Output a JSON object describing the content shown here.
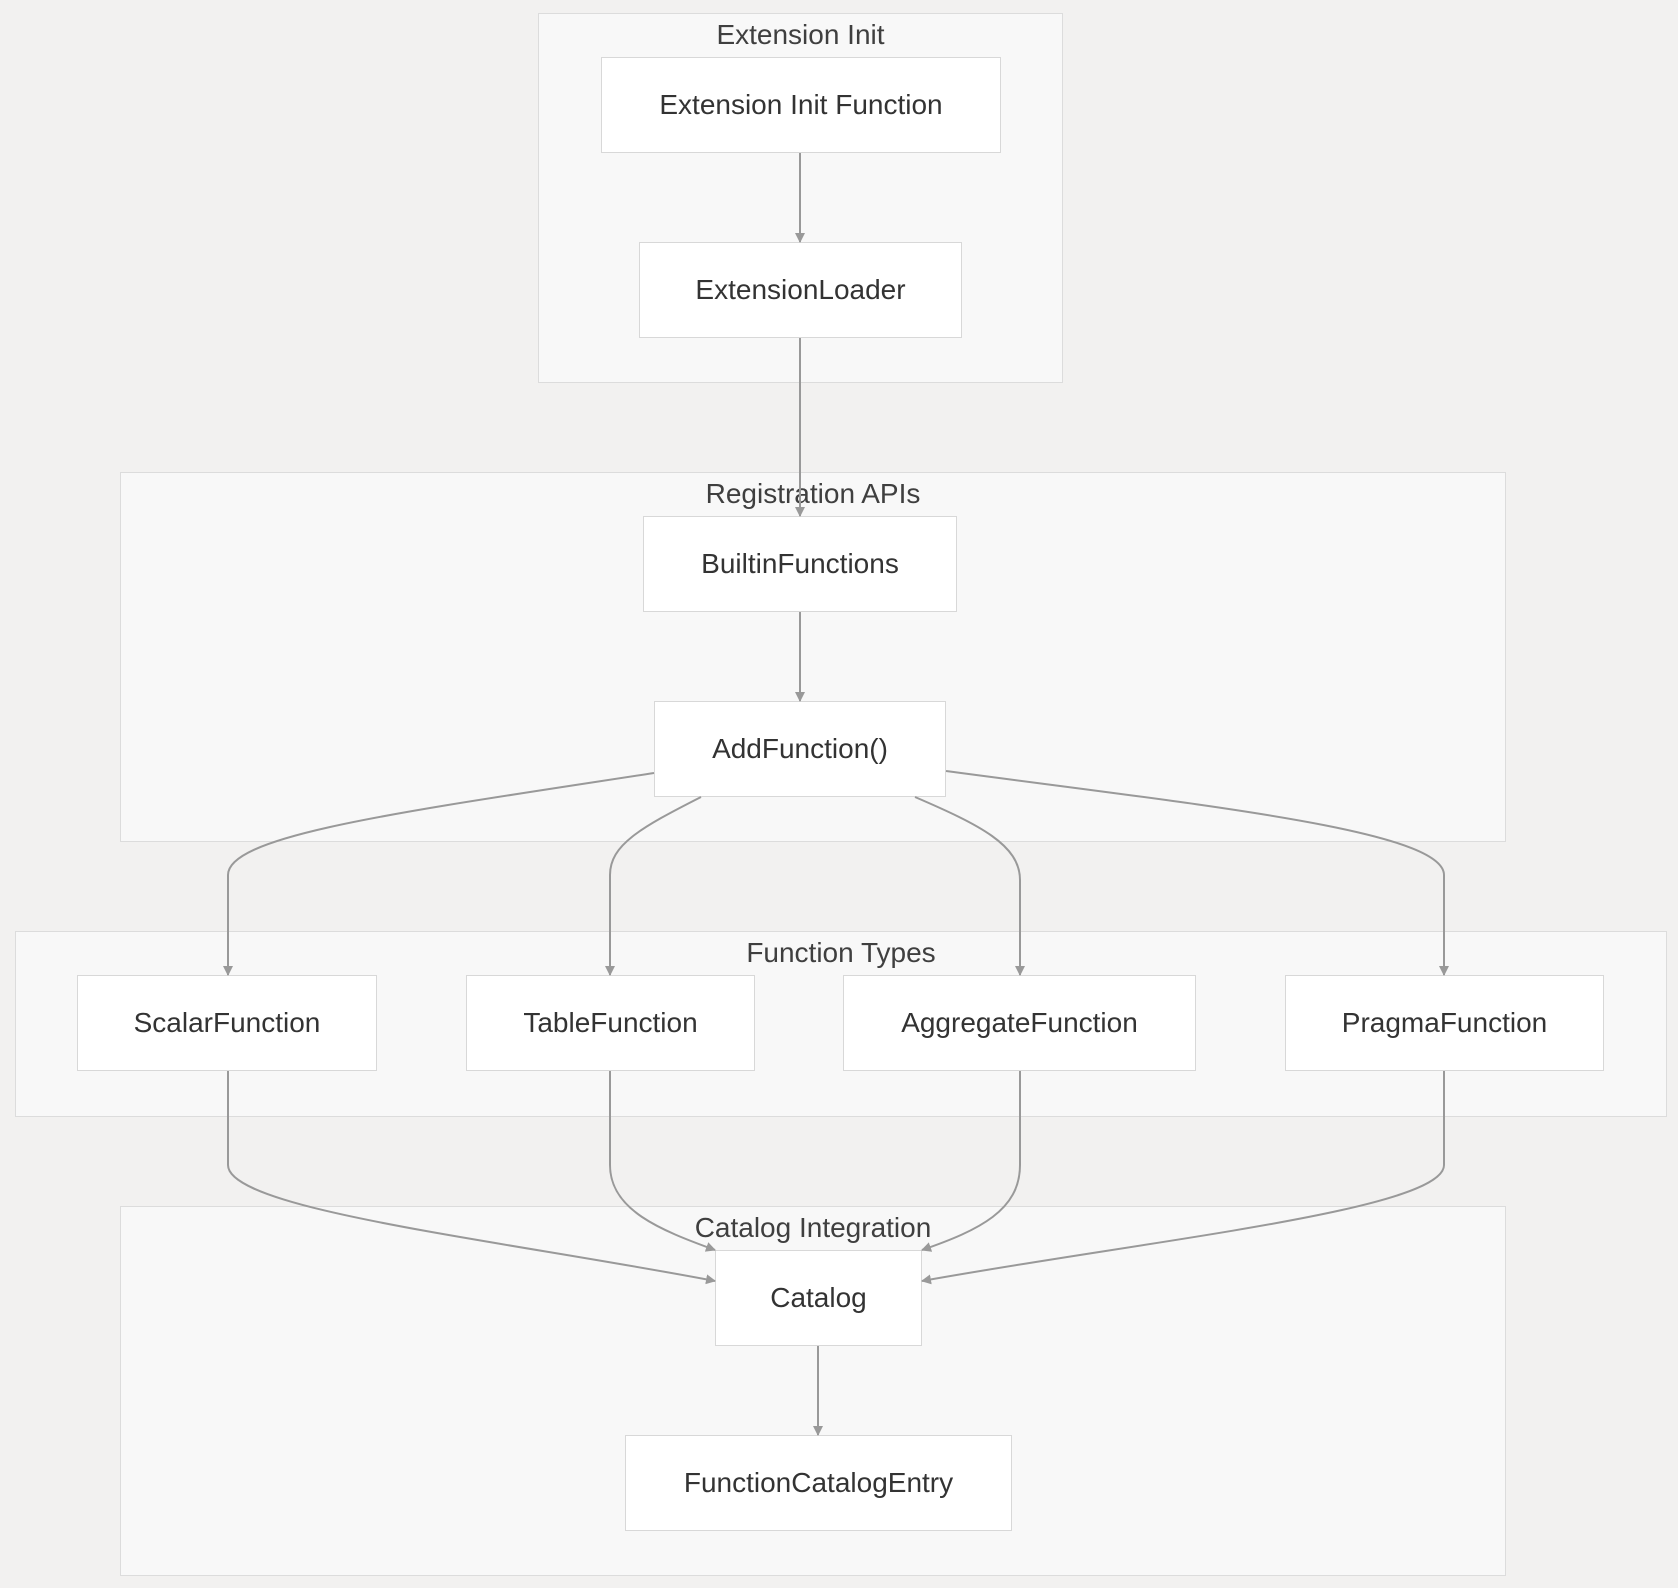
{
  "diagram": {
    "clusters": {
      "extension_init": "Extension Init",
      "registration_apis": "Registration APIs",
      "function_types": "Function Types",
      "catalog_integration": "Catalog Integration"
    },
    "nodes": {
      "extension_init_function": "Extension Init Function",
      "extension_loader": "ExtensionLoader",
      "builtin_functions": "BuiltinFunctions",
      "add_function": "AddFunction()",
      "scalar_function": "ScalarFunction",
      "table_function": "TableFunction",
      "aggregate_function": "AggregateFunction",
      "pragma_function": "PragmaFunction",
      "catalog": "Catalog",
      "function_catalog_entry": "FunctionCatalogEntry"
    },
    "edges": [
      {
        "from": "extension_init_function",
        "to": "extension_loader"
      },
      {
        "from": "extension_loader",
        "to": "builtin_functions"
      },
      {
        "from": "builtin_functions",
        "to": "add_function"
      },
      {
        "from": "add_function",
        "to": "scalar_function"
      },
      {
        "from": "add_function",
        "to": "table_function"
      },
      {
        "from": "add_function",
        "to": "aggregate_function"
      },
      {
        "from": "add_function",
        "to": "pragma_function"
      },
      {
        "from": "scalar_function",
        "to": "catalog"
      },
      {
        "from": "table_function",
        "to": "catalog"
      },
      {
        "from": "aggregate_function",
        "to": "catalog"
      },
      {
        "from": "pragma_function",
        "to": "catalog"
      },
      {
        "from": "catalog",
        "to": "function_catalog_entry"
      }
    ],
    "colors": {
      "background": "#f2f1f0",
      "cluster_fill": "#f8f8f8",
      "node_fill": "#ffffff",
      "border": "#d8d8d8",
      "edge": "#999999",
      "text": "#333333"
    }
  }
}
